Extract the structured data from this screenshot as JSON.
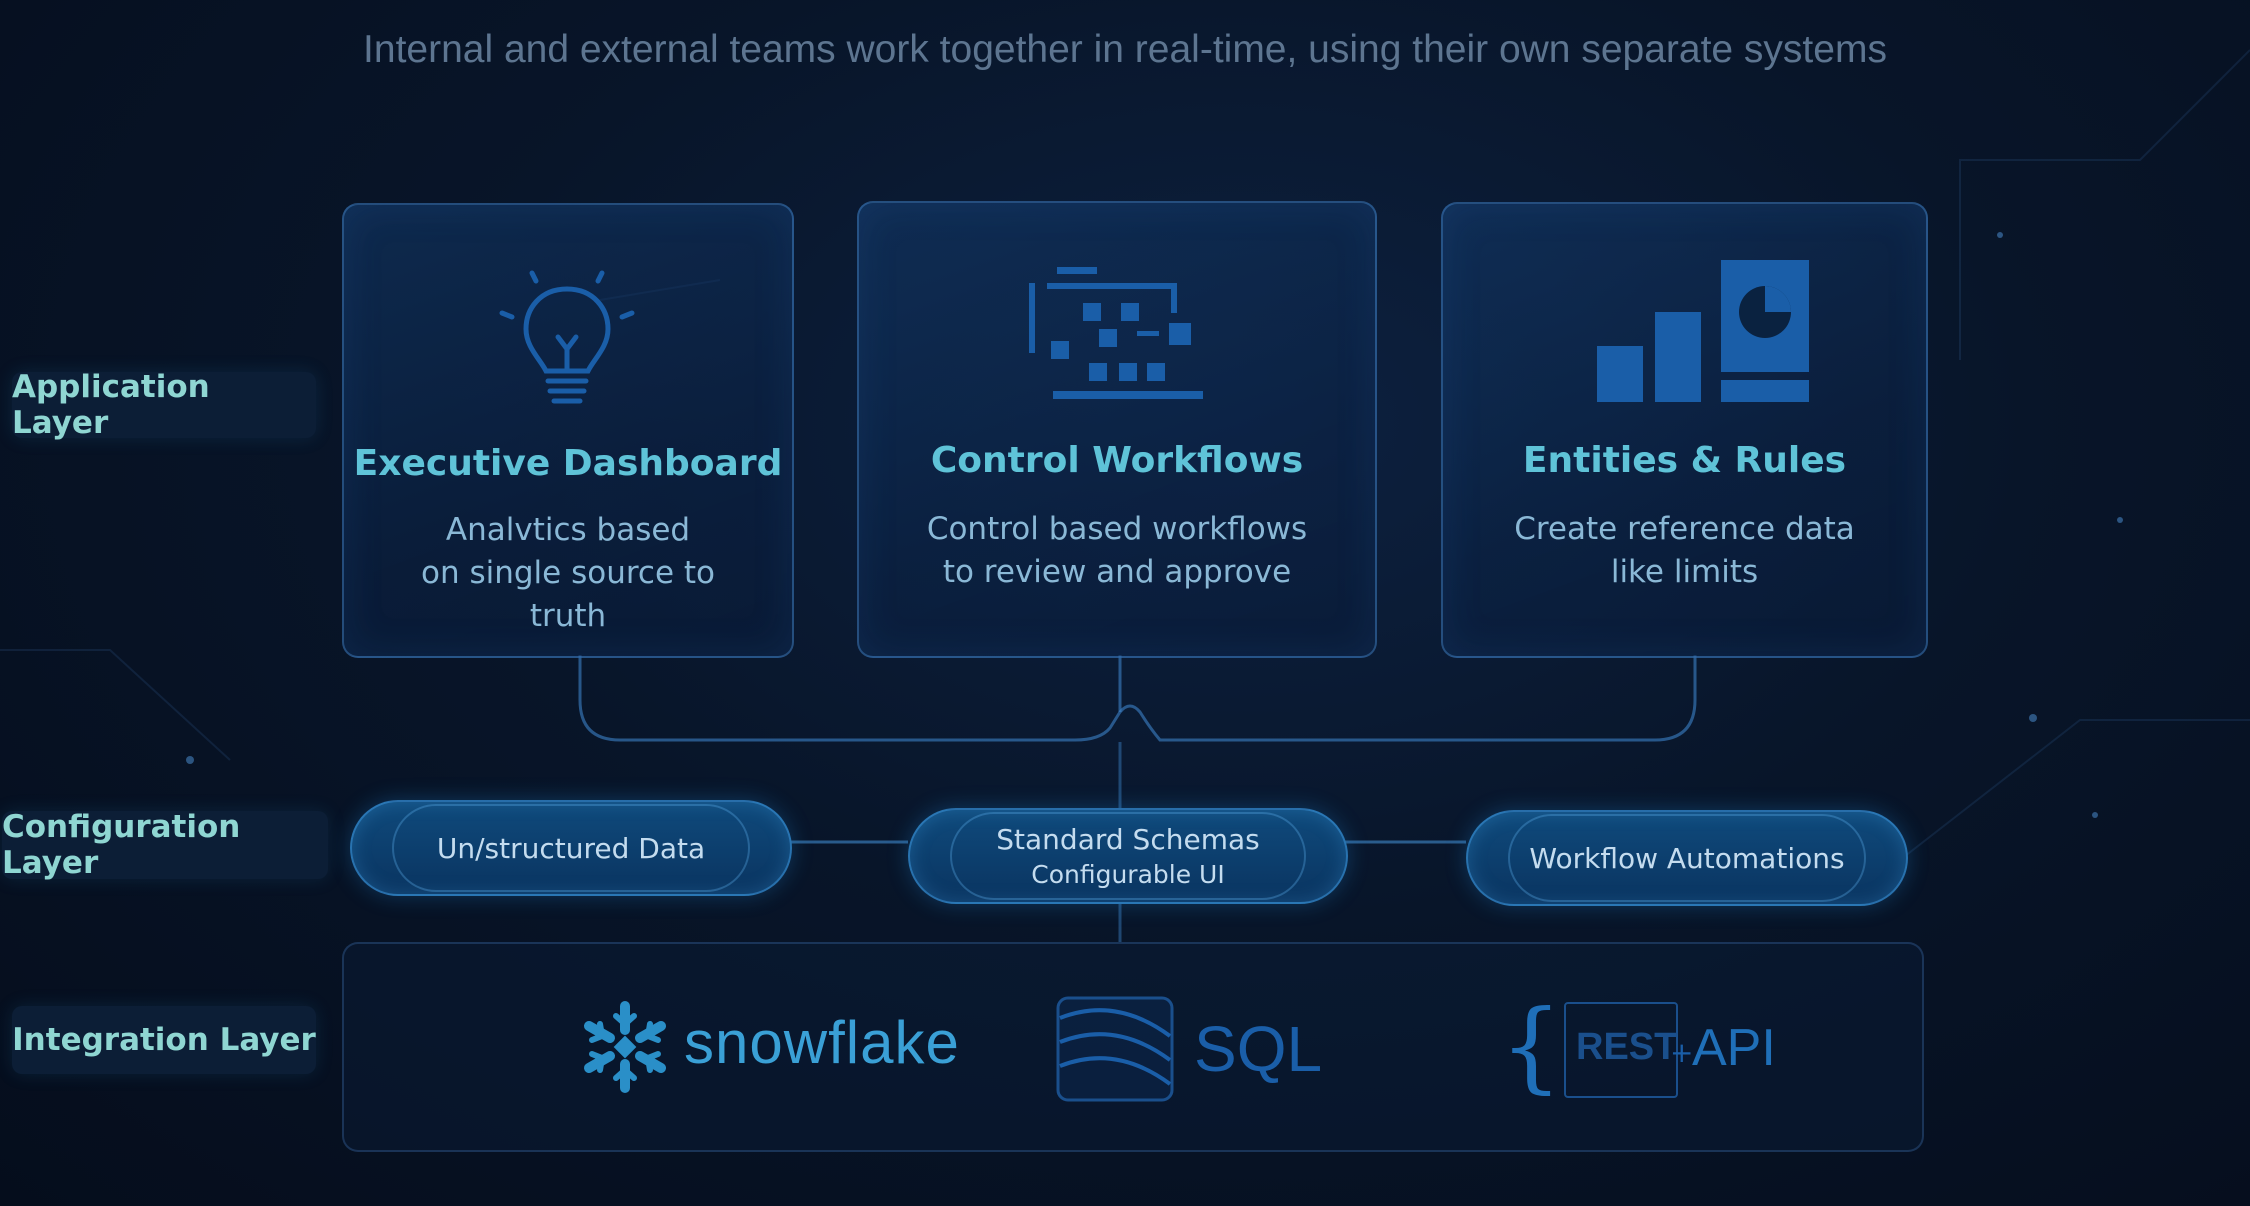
{
  "tagline": "Internal and external teams work together in real-time, using their own separate systems",
  "layers": {
    "application": "Application Layer",
    "configuration": "Configuration Layer",
    "integration": "Integration Layer"
  },
  "cards": [
    {
      "icon": "lightbulb-icon",
      "title": "Executive Dashboard",
      "desc_lines": [
        "Analvtics based",
        "on single source to",
        "truth"
      ]
    },
    {
      "icon": "workflow-grid-icon",
      "title": "Control Workflows",
      "desc_lines": [
        "Control based workflows",
        "to review and approve"
      ]
    },
    {
      "icon": "bar-chart-report-icon",
      "title": "Entities & Rules",
      "desc_lines": [
        "Create reference data",
        "like limits"
      ]
    }
  ],
  "config_pills": [
    {
      "lines": [
        "Un/structured Data"
      ]
    },
    {
      "lines": [
        "Standard Schemas",
        "Configurable UI"
      ]
    },
    {
      "lines": [
        "Workflow Automations"
      ]
    }
  ],
  "integrations": {
    "snowflake": {
      "icon": "snowflake-icon",
      "label": "snowflake"
    },
    "sql": {
      "icon": "database-icon",
      "label": "SQL"
    },
    "rest": {
      "icon": "brace-icon",
      "label_a": "REST",
      "label_b": "API"
    }
  },
  "colors": {
    "accent_teal": "#5fc3d8",
    "label_teal": "#8fd6d2",
    "icon_blue": "#1a5ea8",
    "background": "#081529"
  }
}
